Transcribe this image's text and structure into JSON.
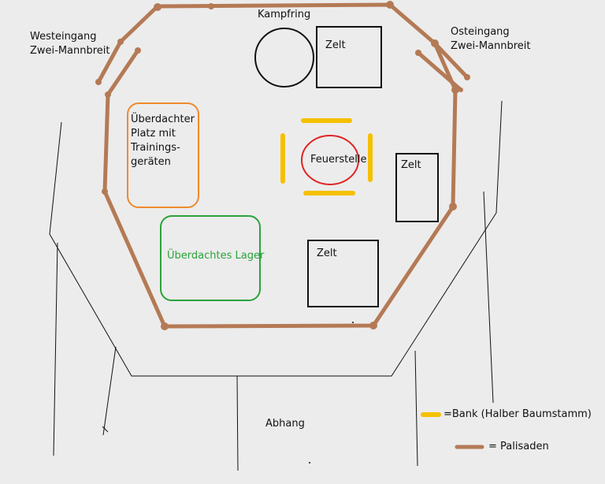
{
  "labels": {
    "kampfring": "Kampfring",
    "westeingang_line1": "Westeingang",
    "westeingang_line2": "Zwei-Mannbreit",
    "osteingang_line1": "Osteingang",
    "osteingang_line2": "Zwei-Mannbreit",
    "zelt_top": "Zelt",
    "zelt_right": "Zelt",
    "zelt_bottom": "Zelt",
    "feuerstelle": "Feuerstelle",
    "training_line1": "Überdachter",
    "training_line2": "Platz mit",
    "training_line3": "Trainings-",
    "training_line4": "geräten",
    "lager": "Überdachtes Lager",
    "abhang": "Abhang"
  },
  "legend": {
    "bench": "=Bank (Halber Baumstamm)",
    "palisade": "= Palisaden"
  },
  "colors": {
    "palisade": "#b47a55",
    "bench": "#f5c000",
    "fire": "#e02424",
    "training": "#f08a2a",
    "storage": "#2aa33a",
    "outline": "#111111",
    "lager_text": "#2aa33a"
  }
}
